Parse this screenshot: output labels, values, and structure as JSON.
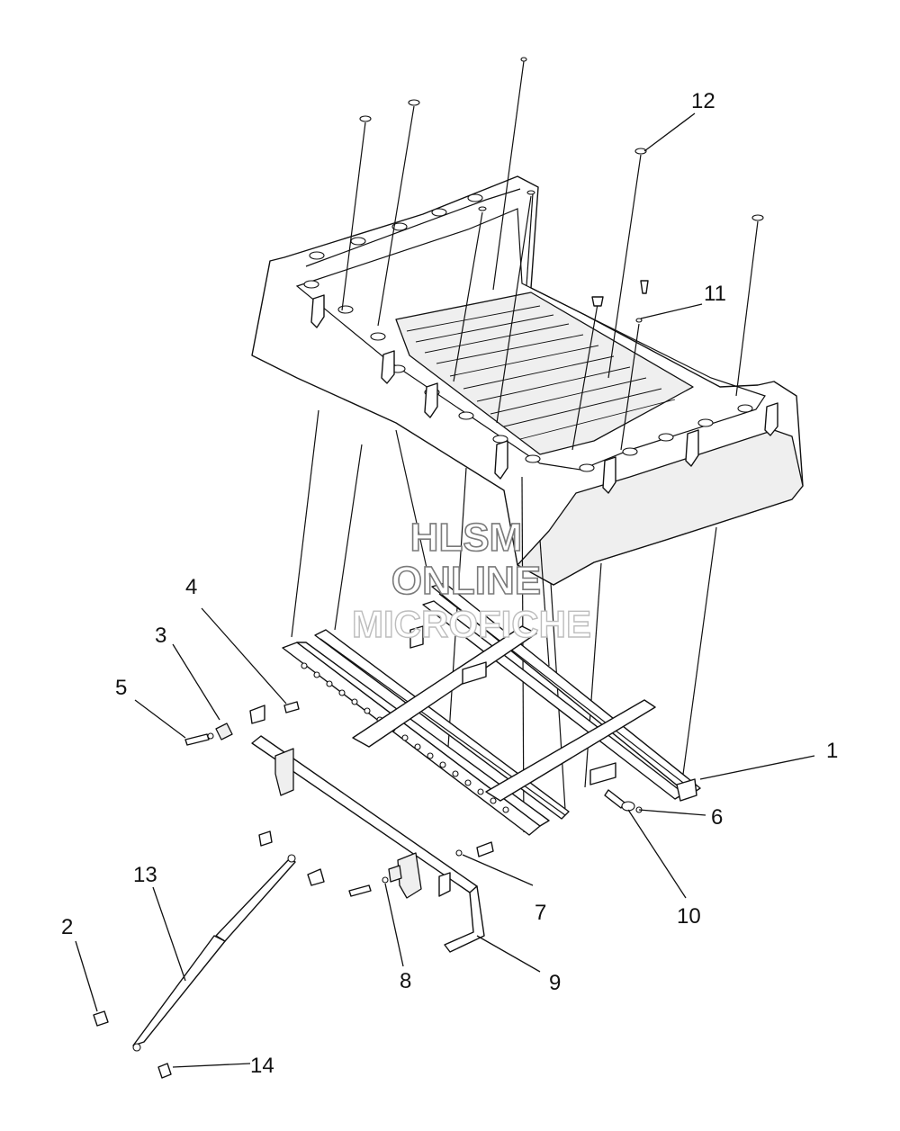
{
  "callouts": [
    {
      "id": "1",
      "text": "1"
    },
    {
      "id": "2",
      "text": "2"
    },
    {
      "id": "3",
      "text": "3"
    },
    {
      "id": "4",
      "text": "4"
    },
    {
      "id": "5",
      "text": "5"
    },
    {
      "id": "6",
      "text": "6"
    },
    {
      "id": "7",
      "text": "7"
    },
    {
      "id": "8",
      "text": "8"
    },
    {
      "id": "9",
      "text": "9"
    },
    {
      "id": "10",
      "text": "10"
    },
    {
      "id": "11",
      "text": "11"
    },
    {
      "id": "12",
      "text": "12"
    },
    {
      "id": "13",
      "text": "13"
    },
    {
      "id": "14",
      "text": "14"
    }
  ],
  "watermark": {
    "line1": "HLSM",
    "line2": "ONLINE",
    "line3": "MICROFICHE"
  }
}
